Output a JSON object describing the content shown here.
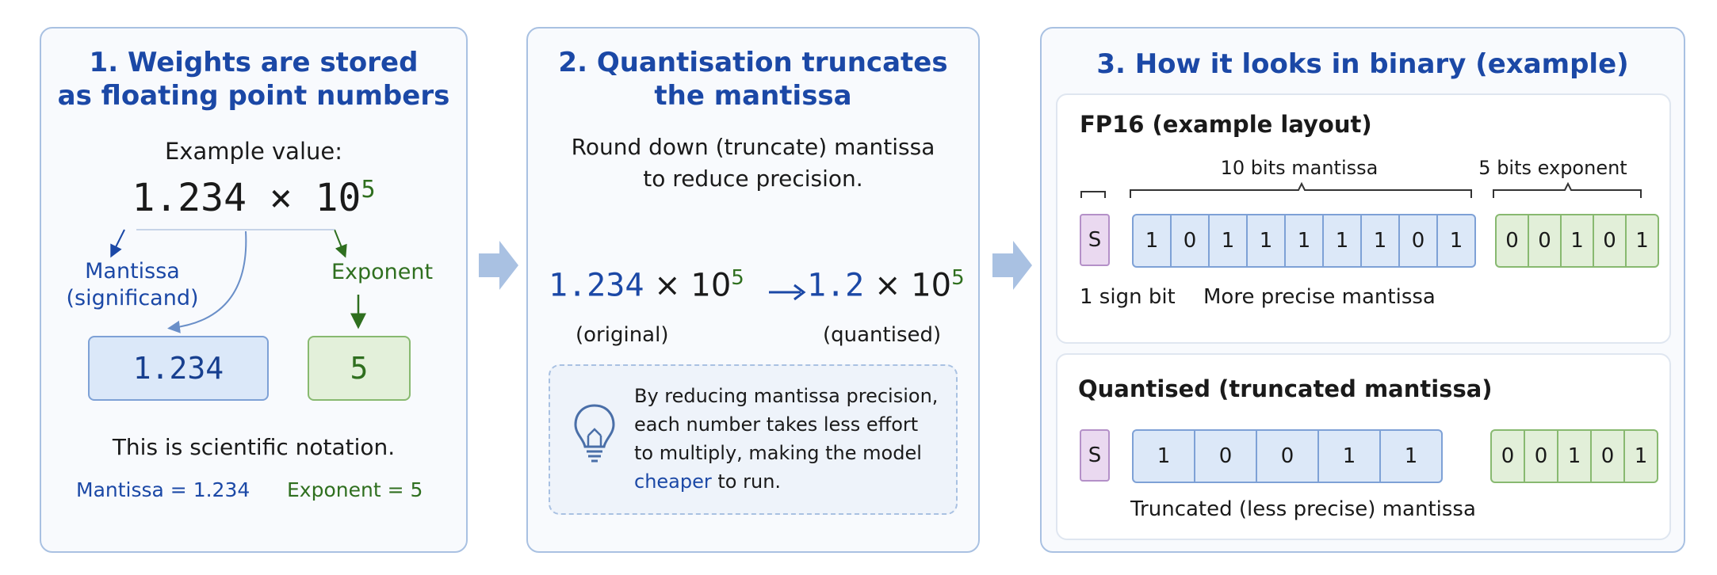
{
  "panel1": {
    "title_line1": "1. Weights are stored",
    "title_line2": "as floating point numbers",
    "example_label": "Example value:",
    "value_base": "1.234 × 10",
    "value_exp": "5",
    "mantissa_label_line1": "Mantissa",
    "mantissa_label_line2": "(significand)",
    "exponent_label": "Exponent",
    "mantissa_box": "1.234",
    "exponent_box": "5",
    "sci_note": "This is scientific notation.",
    "mantissa_eq": "Mantissa = 1.234",
    "exponent_eq": "Exponent = 5"
  },
  "panel2": {
    "title_line1": "2. Quantisation truncates",
    "title_line2": "the mantissa",
    "desc_line1": "Round down (truncate) mantissa",
    "desc_line2": "to reduce precision.",
    "orig_mantissa": "1.234",
    "orig_rest": "× 10",
    "orig_exp": "5",
    "quant_mantissa": "1.2",
    "quant_rest": "× 10",
    "quant_exp": "5",
    "orig_caption": "(original)",
    "quant_caption": "(quantised)",
    "note_line1": "By reducing mantissa precision,",
    "note_line2": "each number takes less effort",
    "note_line3": "to multiply, making the model",
    "note_highlight": "cheaper",
    "note_tail": "to run.",
    "note_icon": "lightbulb-icon"
  },
  "panel3": {
    "title": "3. How it looks in binary (example)",
    "fp16": {
      "heading": "FP16 (example layout)",
      "mantissa_brace_label": "10 bits mantissa",
      "exponent_brace_label": "5 bits exponent",
      "sign": "S",
      "mantissa_bits": [
        "1",
        "0",
        "1",
        "1",
        "1",
        "1",
        "1",
        "0",
        "1"
      ],
      "exponent_bits": [
        "0",
        "0",
        "1",
        "0",
        "1"
      ],
      "sign_caption": "1 sign bit",
      "mantissa_caption": "More precise mantissa"
    },
    "quant": {
      "heading": "Quantised (truncated mantissa)",
      "sign": "S",
      "mantissa_bits": [
        "1",
        "0",
        "0",
        "1",
        "1"
      ],
      "exponent_bits": [
        "0",
        "0",
        "1",
        "0",
        "1"
      ],
      "mantissa_caption": "Truncated (less precise) mantissa"
    }
  },
  "colors": {
    "title_blue": "#1b48a6",
    "green": "#2f6f1f",
    "panel_border": "#a9c1e2",
    "mantissa_fill": "#dce8f8",
    "exponent_fill": "#e2efd9",
    "sign_fill": "#ead9f0",
    "chevron": "#a9c1e2"
  }
}
